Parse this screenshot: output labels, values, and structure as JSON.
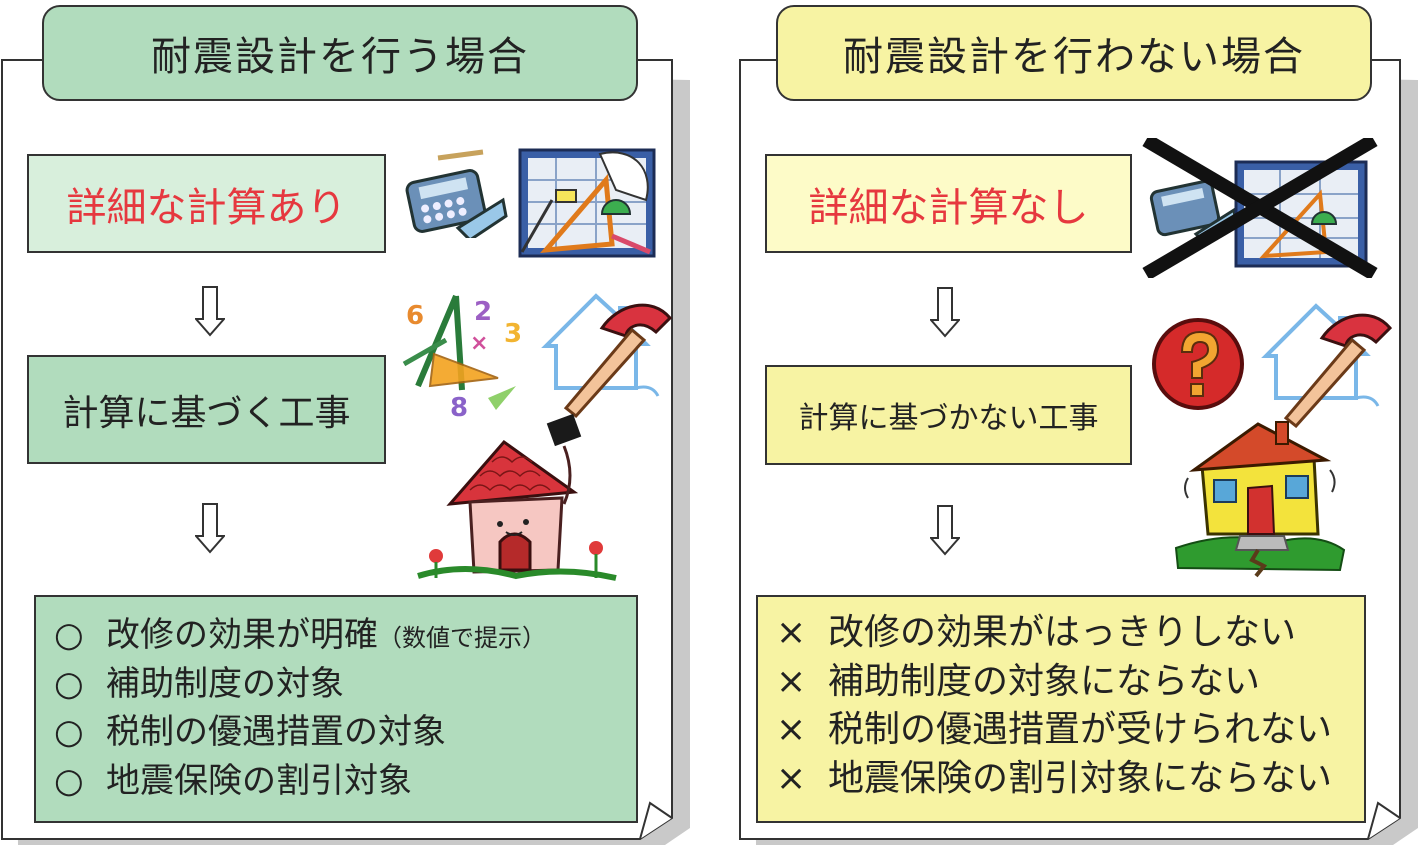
{
  "left": {
    "title": "耐震設計を行う場合",
    "calc": "詳細な計算あり",
    "work": "計算に基づく工事",
    "results": [
      {
        "bullet": "○",
        "text": "改修の効果が明確",
        "note": "（数値で提示）"
      },
      {
        "bullet": "○",
        "text": "補助制度の対象",
        "note": ""
      },
      {
        "bullet": "○",
        "text": "税制の優遇措置の対象",
        "note": ""
      },
      {
        "bullet": "○",
        "text": "地震保険の割引対象",
        "note": ""
      }
    ]
  },
  "right": {
    "title": "耐震設計を行わない場合",
    "calc": "詳細な計算なし",
    "work": "計算に基づかない工事",
    "results": [
      {
        "bullet": "×",
        "text": "改修の効果がはっきりしない"
      },
      {
        "bullet": "×",
        "text": "補助制度の対象にならない"
      },
      {
        "bullet": "×",
        "text": "税制の優遇措置が受けられない"
      },
      {
        "bullet": "×",
        "text": "地震保険の割引対象にならない"
      }
    ]
  },
  "colors": {
    "green_dark": "#b1dcbd",
    "green_light": "#d8efdc",
    "yellow_dark": "#f7f3a3",
    "yellow_light": "#fdfbc8",
    "red_text": "#e6383f"
  },
  "icons": [
    "calculator-icon",
    "blueprint-icon",
    "math-tools-icon",
    "house-hammer-icon",
    "happy-house-icon",
    "question-mark-icon",
    "damaged-house-icon",
    "cross-out-icon",
    "down-arrow-icon"
  ]
}
